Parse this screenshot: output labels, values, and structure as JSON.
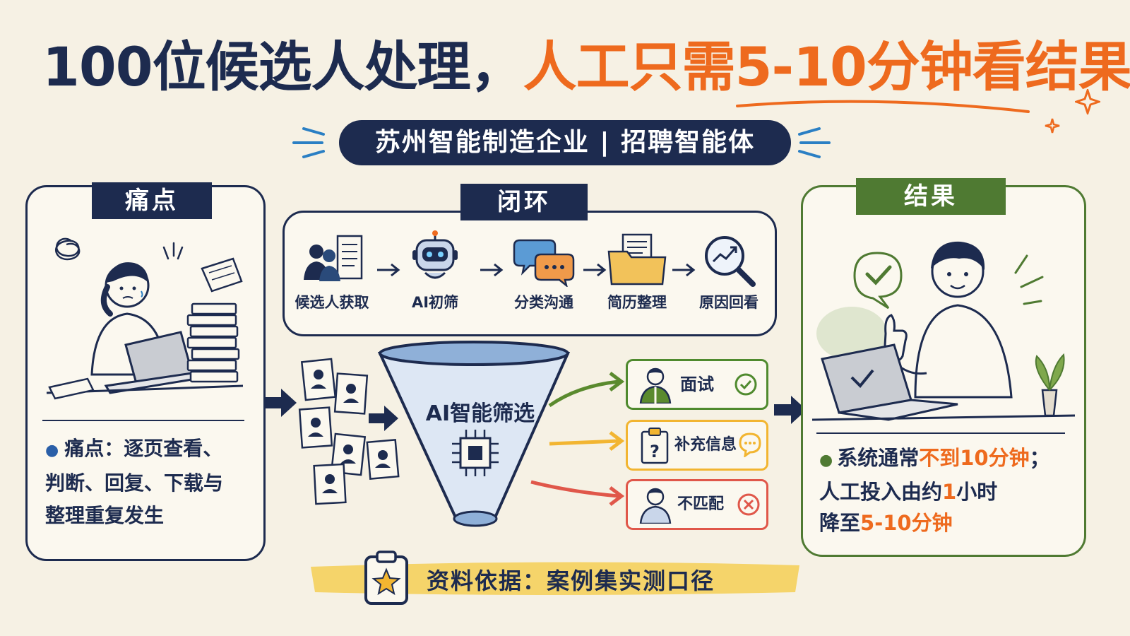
{
  "title": {
    "part1": "100位候选人处理，",
    "part2": "人工只需5-10分钟看结果"
  },
  "subtitle": "苏州智能制造企业 | 招聘智能体",
  "pain": {
    "label": "痛点",
    "bullet_line1": "痛点：逐页查看、",
    "bullet_line2": "判断、回复、下载与",
    "bullet_line3": "整理重复发生"
  },
  "loop": {
    "label": "闭环",
    "steps": [
      {
        "label": "候选人获取",
        "icon": "people-docs-icon"
      },
      {
        "label": "AI初筛",
        "icon": "robot-icon"
      },
      {
        "label": "分类沟通",
        "icon": "chat-bubbles-icon"
      },
      {
        "label": "简历整理",
        "icon": "folder-icon"
      },
      {
        "label": "原因回看",
        "icon": "magnifier-chart-icon"
      }
    ]
  },
  "funnel": {
    "label": "AI智能筛选"
  },
  "outcomes": [
    {
      "label": "面试",
      "color": "#4f8a2e"
    },
    {
      "label": "补充信息",
      "color": "#f2b531"
    },
    {
      "label": "不匹配",
      "color": "#e0574a"
    }
  ],
  "result": {
    "label": "结果",
    "line1_a": "系统通常",
    "line1_hl": "不到10分钟",
    "line1_b": "；",
    "line2_a": "人工投入由约",
    "line2_hl": "1",
    "line2_b": "小时",
    "line3_a": "降至",
    "line3_hl": "5-10分钟"
  },
  "footer": {
    "text": "资料依据：案例集实测口径"
  },
  "colors": {
    "navy": "#1d2b4f",
    "orange": "#ee6a1e",
    "green": "#4f7a32",
    "yellow": "#f2b531",
    "red": "#e0574a"
  }
}
